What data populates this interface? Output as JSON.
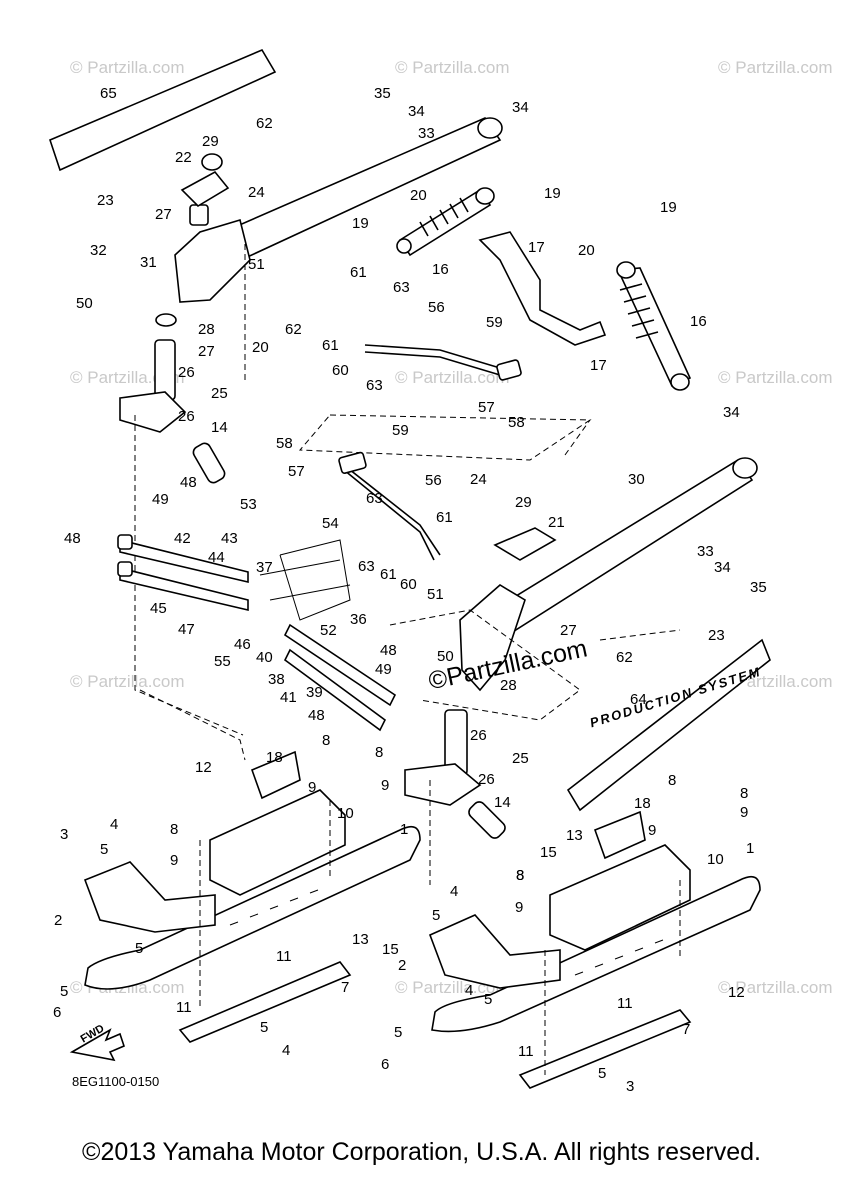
{
  "diagram": {
    "figure_code": "8EG1100-0150",
    "fwd_arrow_label": "FWD",
    "side_banner_text": "PRODUCTION SYSTEM",
    "watermark_text": "© Partzilla.com",
    "main_watermark": "©Partzilla.com",
    "copyright": "©2013 Yamaha Motor Corporation, U.S.A. All rights reserved."
  },
  "callouts": [
    {
      "id": "c65",
      "label": "65"
    },
    {
      "id": "c62a",
      "label": "62"
    },
    {
      "id": "c35a",
      "label": "35"
    },
    {
      "id": "c34a",
      "label": "34"
    },
    {
      "id": "c33a",
      "label": "33"
    },
    {
      "id": "c34b",
      "label": "34"
    },
    {
      "id": "c29a",
      "label": "29"
    },
    {
      "id": "c22",
      "label": "22"
    },
    {
      "id": "c23a",
      "label": "23"
    },
    {
      "id": "c24a",
      "label": "24"
    },
    {
      "id": "c20a",
      "label": "20"
    },
    {
      "id": "c19a",
      "label": "19"
    },
    {
      "id": "c27a",
      "label": "27"
    },
    {
      "id": "c19b",
      "label": "19"
    },
    {
      "id": "c17a",
      "label": "17"
    },
    {
      "id": "c16a",
      "label": "16"
    },
    {
      "id": "c19c",
      "label": "19"
    },
    {
      "id": "c32",
      "label": "32"
    },
    {
      "id": "c31",
      "label": "31"
    },
    {
      "id": "c51a",
      "label": "51"
    },
    {
      "id": "c61a",
      "label": "61"
    },
    {
      "id": "c20b",
      "label": "20"
    },
    {
      "id": "c63a",
      "label": "63"
    },
    {
      "id": "c50a",
      "label": "50"
    },
    {
      "id": "c62b",
      "label": "62"
    },
    {
      "id": "c28a",
      "label": "28"
    },
    {
      "id": "c56a",
      "label": "56"
    },
    {
      "id": "c20c",
      "label": "20"
    },
    {
      "id": "c61b",
      "label": "61"
    },
    {
      "id": "c59a",
      "label": "59"
    },
    {
      "id": "c16b",
      "label": "16"
    },
    {
      "id": "c27b",
      "label": "27"
    },
    {
      "id": "c60a",
      "label": "60"
    },
    {
      "id": "c17b",
      "label": "17"
    },
    {
      "id": "c63b",
      "label": "63"
    },
    {
      "id": "c26a",
      "label": "26"
    },
    {
      "id": "c25a",
      "label": "25"
    },
    {
      "id": "c57a",
      "label": "57"
    },
    {
      "id": "c58a",
      "label": "58"
    },
    {
      "id": "c26b",
      "label": "26"
    },
    {
      "id": "c34c",
      "label": "34"
    },
    {
      "id": "c14a",
      "label": "14"
    },
    {
      "id": "c59b",
      "label": "59"
    },
    {
      "id": "c58b",
      "label": "58"
    },
    {
      "id": "c57b",
      "label": "57"
    },
    {
      "id": "c30",
      "label": "30"
    },
    {
      "id": "c56b",
      "label": "56"
    },
    {
      "id": "c24b",
      "label": "24"
    },
    {
      "id": "c48a",
      "label": "48"
    },
    {
      "id": "c29b",
      "label": "29"
    },
    {
      "id": "c49a",
      "label": "49"
    },
    {
      "id": "c63c",
      "label": "63"
    },
    {
      "id": "c61c",
      "label": "61"
    },
    {
      "id": "c53",
      "label": "53"
    },
    {
      "id": "c21",
      "label": "21"
    },
    {
      "id": "c54",
      "label": "54"
    },
    {
      "id": "c48b",
      "label": "48"
    },
    {
      "id": "c42",
      "label": "42"
    },
    {
      "id": "c43",
      "label": "43"
    },
    {
      "id": "c63d",
      "label": "63"
    },
    {
      "id": "c33b",
      "label": "33"
    },
    {
      "id": "c44",
      "label": "44"
    },
    {
      "id": "c37",
      "label": "37"
    },
    {
      "id": "c61d",
      "label": "61"
    },
    {
      "id": "c60b",
      "label": "60"
    },
    {
      "id": "c34d",
      "label": "34"
    },
    {
      "id": "c35b",
      "label": "35"
    },
    {
      "id": "c45",
      "label": "45"
    },
    {
      "id": "c51b",
      "label": "51"
    },
    {
      "id": "c47",
      "label": "47"
    },
    {
      "id": "c46",
      "label": "46"
    },
    {
      "id": "c52",
      "label": "52"
    },
    {
      "id": "c36",
      "label": "36"
    },
    {
      "id": "c27c",
      "label": "27"
    },
    {
      "id": "c23b",
      "label": "23"
    },
    {
      "id": "c62c",
      "label": "62"
    },
    {
      "id": "c55",
      "label": "55"
    },
    {
      "id": "c40",
      "label": "40"
    },
    {
      "id": "c50b",
      "label": "50"
    },
    {
      "id": "c48c",
      "label": "48"
    },
    {
      "id": "c38",
      "label": "38"
    },
    {
      "id": "c49b",
      "label": "49"
    },
    {
      "id": "c28b",
      "label": "28"
    },
    {
      "id": "c41",
      "label": "41"
    },
    {
      "id": "c39",
      "label": "39"
    },
    {
      "id": "c64",
      "label": "64"
    },
    {
      "id": "c48d",
      "label": "48"
    },
    {
      "id": "c26c",
      "label": "26"
    },
    {
      "id": "c25b",
      "label": "25"
    },
    {
      "id": "c26d",
      "label": "26"
    },
    {
      "id": "c8a",
      "label": "8"
    },
    {
      "id": "c8b",
      "label": "8"
    },
    {
      "id": "c12a",
      "label": "12"
    },
    {
      "id": "c18a",
      "label": "18"
    },
    {
      "id": "c9a",
      "label": "9"
    },
    {
      "id": "c9b",
      "label": "9"
    },
    {
      "id": "c8c",
      "label": "8"
    },
    {
      "id": "c10a",
      "label": "10"
    },
    {
      "id": "c1a",
      "label": "1"
    },
    {
      "id": "c14b",
      "label": "14"
    },
    {
      "id": "c18b",
      "label": "18"
    },
    {
      "id": "c8d",
      "label": "8"
    },
    {
      "id": "c8e",
      "label": "8"
    },
    {
      "id": "c9c",
      "label": "9"
    },
    {
      "id": "c9d",
      "label": "9"
    },
    {
      "id": "c3a",
      "label": "3"
    },
    {
      "id": "c4a",
      "label": "4"
    },
    {
      "id": "c8f",
      "label": "8"
    },
    {
      "id": "c5a",
      "label": "5"
    },
    {
      "id": "c9e",
      "label": "9"
    },
    {
      "id": "c13a",
      "label": "13"
    },
    {
      "id": "c15a",
      "label": "15"
    },
    {
      "id": "c10b",
      "label": "10"
    },
    {
      "id": "c1b",
      "label": "1"
    },
    {
      "id": "c8g",
      "label": "8"
    },
    {
      "id": "c4b",
      "label": "4"
    },
    {
      "id": "c9f",
      "label": "9"
    },
    {
      "id": "c2a",
      "label": "2"
    },
    {
      "id": "c5b",
      "label": "5"
    },
    {
      "id": "c5c",
      "label": "5"
    },
    {
      "id": "c13b",
      "label": "13"
    },
    {
      "id": "c15b",
      "label": "15"
    },
    {
      "id": "c11a",
      "label": "11"
    },
    {
      "id": "c7a",
      "label": "7"
    },
    {
      "id": "c2b",
      "label": "2"
    },
    {
      "id": "c5d",
      "label": "5"
    },
    {
      "id": "c11b",
      "label": "11"
    },
    {
      "id": "c6a",
      "label": "6"
    },
    {
      "id": "c5e",
      "label": "5"
    },
    {
      "id": "c4c",
      "label": "4"
    },
    {
      "id": "c12b",
      "label": "12"
    },
    {
      "id": "c4d",
      "label": "4"
    },
    {
      "id": "c5f",
      "label": "5"
    },
    {
      "id": "c11c",
      "label": "11"
    },
    {
      "id": "c5g",
      "label": "5"
    },
    {
      "id": "c7b",
      "label": "7"
    },
    {
      "id": "c6b",
      "label": "6"
    },
    {
      "id": "c11d",
      "label": "11"
    },
    {
      "id": "c5h",
      "label": "5"
    },
    {
      "id": "c3b",
      "label": "3"
    }
  ]
}
